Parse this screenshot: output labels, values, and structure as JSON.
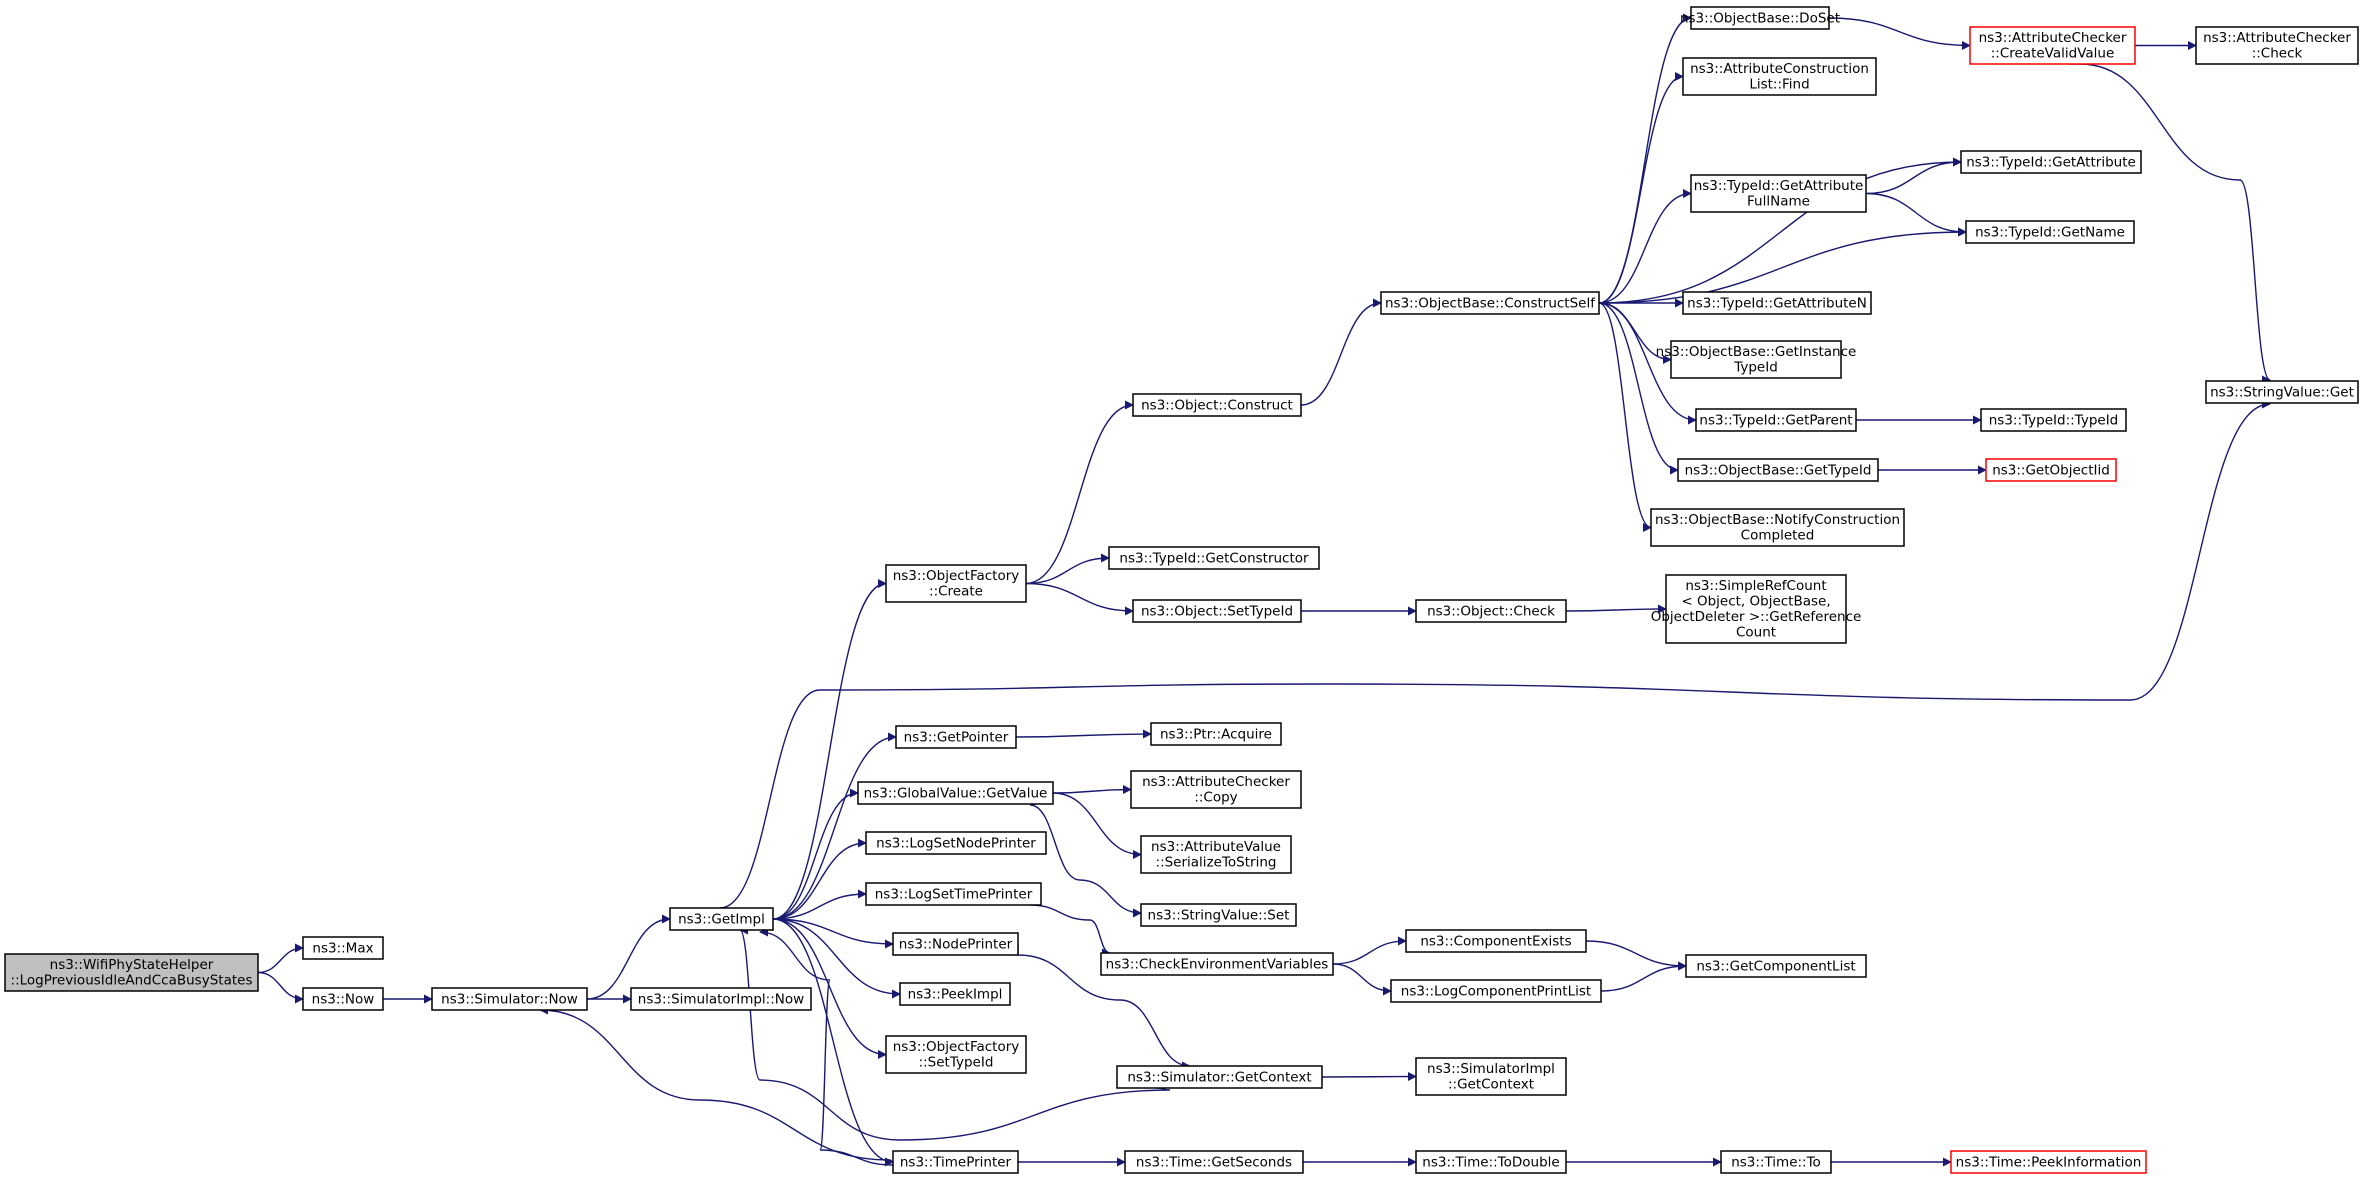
{
  "colors": {
    "edge": "#191970",
    "root_fill": "#bfbfbf",
    "node_border": "#000000",
    "truncated_border": "#ff0000"
  },
  "nodes": [
    {
      "id": "root",
      "lines": [
        "ns3::WifiPhyStateHelper",
        "::LogPreviousIdleAndCcaBusyStates"
      ],
      "style": "root"
    },
    {
      "id": "max",
      "lines": [
        "ns3::Max"
      ]
    },
    {
      "id": "now",
      "lines": [
        "ns3::Now"
      ]
    },
    {
      "id": "simnow",
      "lines": [
        "ns3::Simulator::Now"
      ]
    },
    {
      "id": "getimpl",
      "lines": [
        "ns3::GetImpl"
      ]
    },
    {
      "id": "simimplnow",
      "lines": [
        "ns3::SimulatorImpl::Now"
      ]
    },
    {
      "id": "ofcreate",
      "lines": [
        "ns3::ObjectFactory",
        "::Create"
      ]
    },
    {
      "id": "getpointer",
      "lines": [
        "ns3::GetPointer"
      ]
    },
    {
      "id": "gvgetvalue",
      "lines": [
        "ns3::GlobalValue::GetValue"
      ]
    },
    {
      "id": "lognodeprinter",
      "lines": [
        "ns3::LogSetNodePrinter"
      ]
    },
    {
      "id": "logtimeprinter",
      "lines": [
        "ns3::LogSetTimePrinter"
      ]
    },
    {
      "id": "nodeprinter",
      "lines": [
        "ns3::NodePrinter"
      ]
    },
    {
      "id": "peekimpl",
      "lines": [
        "ns3::PeekImpl"
      ]
    },
    {
      "id": "ofsettypeid",
      "lines": [
        "ns3::ObjectFactory",
        "::SetTypeId"
      ]
    },
    {
      "id": "timeprinter",
      "lines": [
        "ns3::TimePrinter"
      ]
    },
    {
      "id": "objconstruct",
      "lines": [
        "ns3::Object::Construct"
      ]
    },
    {
      "id": "getconstructor",
      "lines": [
        "ns3::TypeId::GetConstructor"
      ]
    },
    {
      "id": "objsettypeid",
      "lines": [
        "ns3::Object::SetTypeId"
      ]
    },
    {
      "id": "ptracquire",
      "lines": [
        "ns3::Ptr::Acquire"
      ]
    },
    {
      "id": "accopy",
      "lines": [
        "ns3::AttributeChecker",
        "::Copy"
      ]
    },
    {
      "id": "avserialize",
      "lines": [
        "ns3::AttributeValue",
        "::SerializeToString"
      ]
    },
    {
      "id": "svset",
      "lines": [
        "ns3::StringValue::Set"
      ]
    },
    {
      "id": "checkenv",
      "lines": [
        "ns3::CheckEnvironmentVariables"
      ]
    },
    {
      "id": "simgetcontext",
      "lines": [
        "ns3::Simulator::GetContext"
      ]
    },
    {
      "id": "timegetseconds",
      "lines": [
        "ns3::Time::GetSeconds"
      ]
    },
    {
      "id": "constructself",
      "lines": [
        "ns3::ObjectBase::ConstructSelf"
      ]
    },
    {
      "id": "objcheck",
      "lines": [
        "ns3::Object::Check"
      ]
    },
    {
      "id": "compexists",
      "lines": [
        "ns3::ComponentExists"
      ]
    },
    {
      "id": "logcompprint",
      "lines": [
        "ns3::LogComponentPrintList"
      ]
    },
    {
      "id": "simimplgetcontext",
      "lines": [
        "ns3::SimulatorImpl",
        "::GetContext"
      ]
    },
    {
      "id": "todouble",
      "lines": [
        "ns3::Time::ToDouble"
      ]
    },
    {
      "id": "doset",
      "lines": [
        "ns3::ObjectBase::DoSet"
      ]
    },
    {
      "id": "aclfind",
      "lines": [
        "ns3::AttributeConstruction",
        "List::Find"
      ]
    },
    {
      "id": "getattrfullname",
      "lines": [
        "ns3::TypeId::GetAttribute",
        "FullName"
      ]
    },
    {
      "id": "getattributen",
      "lines": [
        "ns3::TypeId::GetAttributeN"
      ]
    },
    {
      "id": "getinstancetypeid",
      "lines": [
        "ns3::ObjectBase::GetInstance",
        "TypeId"
      ]
    },
    {
      "id": "getparent",
      "lines": [
        "ns3::TypeId::GetParent"
      ]
    },
    {
      "id": "getobjtypeid",
      "lines": [
        "ns3::ObjectBase::GetTypeId"
      ]
    },
    {
      "id": "notifycc",
      "lines": [
        "ns3::ObjectBase::NotifyConstruction",
        "Completed"
      ]
    },
    {
      "id": "simplerefcount",
      "lines": [
        "ns3::SimpleRefCount",
        "< Object, ObjectBase,",
        " ObjectDeleter >::GetReference",
        "Count"
      ]
    },
    {
      "id": "getcomplist",
      "lines": [
        "ns3::GetComponentList"
      ]
    },
    {
      "id": "timeto",
      "lines": [
        "ns3::Time::To"
      ]
    },
    {
      "id": "accreate",
      "lines": [
        "ns3::AttributeChecker",
        "::CreateValidValue"
      ],
      "style": "red"
    },
    {
      "id": "getattribute",
      "lines": [
        "ns3::TypeId::GetAttribute"
      ]
    },
    {
      "id": "getname",
      "lines": [
        "ns3::TypeId::GetName"
      ]
    },
    {
      "id": "typeid",
      "lines": [
        "ns3::TypeId::TypeId"
      ]
    },
    {
      "id": "getobjectiid",
      "lines": [
        "ns3::GetObjectIid"
      ],
      "style": "red"
    },
    {
      "id": "peekinfo",
      "lines": [
        "ns3::Time::PeekInformation"
      ],
      "style": "red"
    },
    {
      "id": "accheck",
      "lines": [
        "ns3::AttributeChecker",
        "::Check"
      ]
    },
    {
      "id": "svget",
      "lines": [
        "ns3::StringValue::Get"
      ]
    }
  ],
  "edges": [
    [
      "root",
      "max"
    ],
    [
      "root",
      "now"
    ],
    [
      "now",
      "simnow"
    ],
    [
      "simnow",
      "getimpl"
    ],
    [
      "simnow",
      "simimplnow"
    ],
    [
      "getimpl",
      "ofcreate"
    ],
    [
      "getimpl",
      "svget"
    ],
    [
      "getimpl",
      "getpointer"
    ],
    [
      "getimpl",
      "gvgetvalue"
    ],
    [
      "getimpl",
      "lognodeprinter"
    ],
    [
      "getimpl",
      "logtimeprinter"
    ],
    [
      "getimpl",
      "nodeprinter"
    ],
    [
      "getimpl",
      "peekimpl"
    ],
    [
      "getimpl",
      "ofsettypeid"
    ],
    [
      "getimpl",
      "timeprinter"
    ],
    [
      "ofcreate",
      "objconstruct"
    ],
    [
      "ofcreate",
      "getconstructor"
    ],
    [
      "ofcreate",
      "objsettypeid"
    ],
    [
      "objconstruct",
      "constructself"
    ],
    [
      "constructself",
      "doset"
    ],
    [
      "constructself",
      "aclfind"
    ],
    [
      "constructself",
      "getattribute"
    ],
    [
      "constructself",
      "getattrfullname"
    ],
    [
      "constructself",
      "getname"
    ],
    [
      "constructself",
      "getattributen"
    ],
    [
      "constructself",
      "getinstancetypeid"
    ],
    [
      "constructself",
      "getparent"
    ],
    [
      "constructself",
      "getobjtypeid"
    ],
    [
      "constructself",
      "notifycc"
    ],
    [
      "doset",
      "accreate"
    ],
    [
      "accreate",
      "accheck"
    ],
    [
      "accreate",
      "svget"
    ],
    [
      "getattrfullname",
      "getattribute"
    ],
    [
      "getattrfullname",
      "getname"
    ],
    [
      "getparent",
      "typeid"
    ],
    [
      "getobjtypeid",
      "getobjectiid"
    ],
    [
      "objsettypeid",
      "objcheck"
    ],
    [
      "objcheck",
      "simplerefcount"
    ],
    [
      "getpointer",
      "ptracquire"
    ],
    [
      "gvgetvalue",
      "accopy"
    ],
    [
      "gvgetvalue",
      "avserialize"
    ],
    [
      "gvgetvalue",
      "svset"
    ],
    [
      "logtimeprinter",
      "checkenv"
    ],
    [
      "checkenv",
      "compexists"
    ],
    [
      "checkenv",
      "logcompprint"
    ],
    [
      "compexists",
      "getcomplist"
    ],
    [
      "logcompprint",
      "getcomplist"
    ],
    [
      "nodeprinter",
      "simgetcontext"
    ],
    [
      "simgetcontext",
      "simimplgetcontext"
    ],
    [
      "simgetcontext",
      "getimpl"
    ],
    [
      "timeprinter",
      "simnow"
    ],
    [
      "timeprinter",
      "getimpl"
    ],
    [
      "timeprinter",
      "timegetseconds"
    ],
    [
      "timegetseconds",
      "todouble"
    ],
    [
      "todouble",
      "timeto"
    ],
    [
      "timeto",
      "peekinfo"
    ]
  ]
}
